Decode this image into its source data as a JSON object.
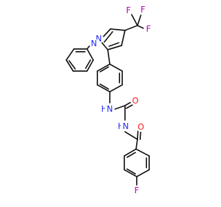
{
  "molecule": {
    "colors": {
      "bond": "#111111",
      "N": "#1f2cff",
      "O": "#ff1a1a",
      "F": "#b000b0",
      "H": "#1f2cff"
    },
    "labels": {
      "n_pyrazole_top": "N",
      "n_pyrazole_left": "N",
      "f_top": "F",
      "f_right": "F",
      "f_bottom": "F",
      "nh_urea": "H",
      "n_urea": "N",
      "o_urea": "O",
      "nh_amide": "H",
      "n_amide": "N",
      "o_amide": "O",
      "f_para": "F"
    }
  }
}
